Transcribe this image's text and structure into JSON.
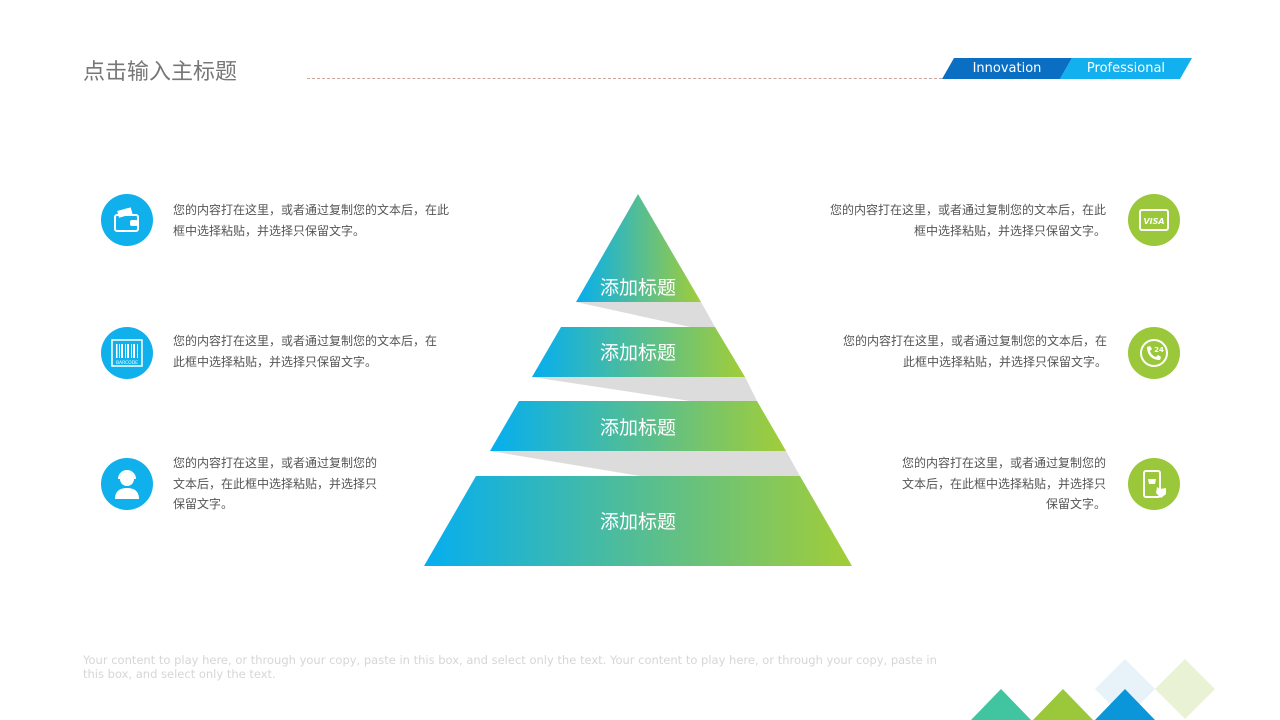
{
  "header": {
    "title": "点击输入主标题",
    "tag_innovation": "Innovation",
    "tag_professional": "Professional"
  },
  "pyramid": {
    "tiers": [
      "添加标题",
      "添加标题",
      "添加标题",
      "添加标题"
    ]
  },
  "left_items": [
    {
      "icon": "wallet-icon",
      "text": "您的内容打在这里，或者通过复制您的文本后，在此框中选择粘贴，并选择只保留文字。"
    },
    {
      "icon": "barcode-icon",
      "text": "您的内容打在这里，或者通过复制您的文本后，在此框中选择粘贴，并选择只保留文字。",
      "icon_label": "BARCODE"
    },
    {
      "icon": "support-agent-icon",
      "text": "您的内容打在这里，或者通过复制您的文本后，在此框中选择粘贴，并选择只保留文字。"
    }
  ],
  "right_items": [
    {
      "icon": "visa-card-icon",
      "text": "您的内容打在这里，或者通过复制您的文本后，在此框中选择粘贴，并选择只保留文字。",
      "icon_label": "VISA"
    },
    {
      "icon": "phone-24-icon",
      "text": "您的内容打在这里，或者通过复制您的文本后，在此框中选择粘贴，并选择只保留文字。",
      "icon_label": "24"
    },
    {
      "icon": "mobile-shopping-icon",
      "text": "您的内容打在这里，或者通过复制您的文本后，在此框中选择粘贴，并选择只保留文字。"
    }
  ],
  "footer": {
    "text": "Your content to play here, or through your copy, paste in this box, and select only the text. Your content to play here, or through your copy, paste in this box, and select only the text."
  },
  "colors": {
    "blue": "#0fb0ec",
    "green": "#9ac83a",
    "dark_blue": "#0a6fc2"
  }
}
